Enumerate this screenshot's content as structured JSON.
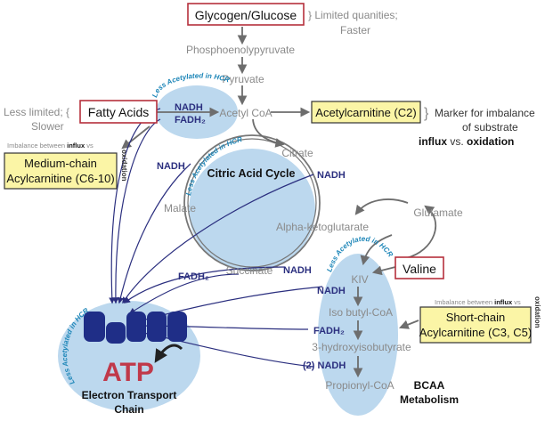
{
  "colors": {
    "navy": "#2b2f7f",
    "blob": "#bcd8ee",
    "gray_text": "#8a8a8a",
    "red_box": "#b5303c",
    "yellow_box": "#fbf5a6",
    "atp_red": "#c0394a",
    "teal_label": "#1d86b8"
  },
  "top": {
    "glycogen_glucose": "Glycogen/Glucose",
    "note_line1": "} Limited quanities;",
    "note_line2": "Faster"
  },
  "pathway": {
    "phosphoenolpyruvate": "Phosphoenolypyruvate",
    "pyruvate": "Pyruvate",
    "acetyl_coa": "Acetyl CoA",
    "citrate": "Citrate",
    "malate": "Malate",
    "succinate": "Succinate",
    "alpha_kg": "Alpha-ketoglutarate",
    "glutamate": "Glutamate"
  },
  "fatty_acids": {
    "label": "Fatty Acids",
    "note_line1": "Less limited; {",
    "note_line2": "Slower",
    "nadh": "NADH",
    "fadh2": "FADH₂",
    "acetylation": "Less Acetylated in HCR"
  },
  "acetylcarnitine": {
    "label": "Acetylcarnitine (C2)",
    "brace": "}",
    "note_line1": "Marker for imbalance",
    "note_line2": "of substrate",
    "note_bold1": "influx",
    "note_vs": " vs. ",
    "note_bold2": "oxidation"
  },
  "medium_chain": {
    "imbalance_prefix": "Imbalance between ",
    "imbalance_bold": "influx",
    "imbalance_suffix": " vs",
    "oxidation": "oxidation",
    "line1": "Medium-chain",
    "line2": "Acylcarnitine (C6-10)"
  },
  "tca": {
    "title": "Citric Acid Cycle",
    "acetylation": "Less Acetylated in HCR",
    "nadh_left": "NADH",
    "nadh_right": "NADH",
    "nadh_succinate": "NADH",
    "fadh2": "FADH₂"
  },
  "valine": {
    "label": "Valine"
  },
  "bcaa": {
    "acetylation": "Less Acetylated in HCR",
    "kiv": "KIV",
    "isobutyryl": "Iso butyl-CoA",
    "hydroxy": "3-hydroxyisobutyrate",
    "propionyl": "Propionyl-CoA",
    "nadh": "NADH",
    "fadh2": "FADH₂",
    "nadh2": "(2) NADH",
    "title_line1": "BCAA",
    "title_line2": "Metabolism"
  },
  "short_chain": {
    "imbalance_prefix": "Imbalance between ",
    "imbalance_bold": "influx",
    "imbalance_suffix": " vs",
    "oxidation": "oxidation",
    "line1": "Short-chain",
    "line2": "Acylcarnitine (C3, C5)"
  },
  "etc": {
    "acetylation": "Less Acetylated in HCR",
    "atp": "ATP",
    "line1": "Electron Transport",
    "line2": "Chain"
  }
}
